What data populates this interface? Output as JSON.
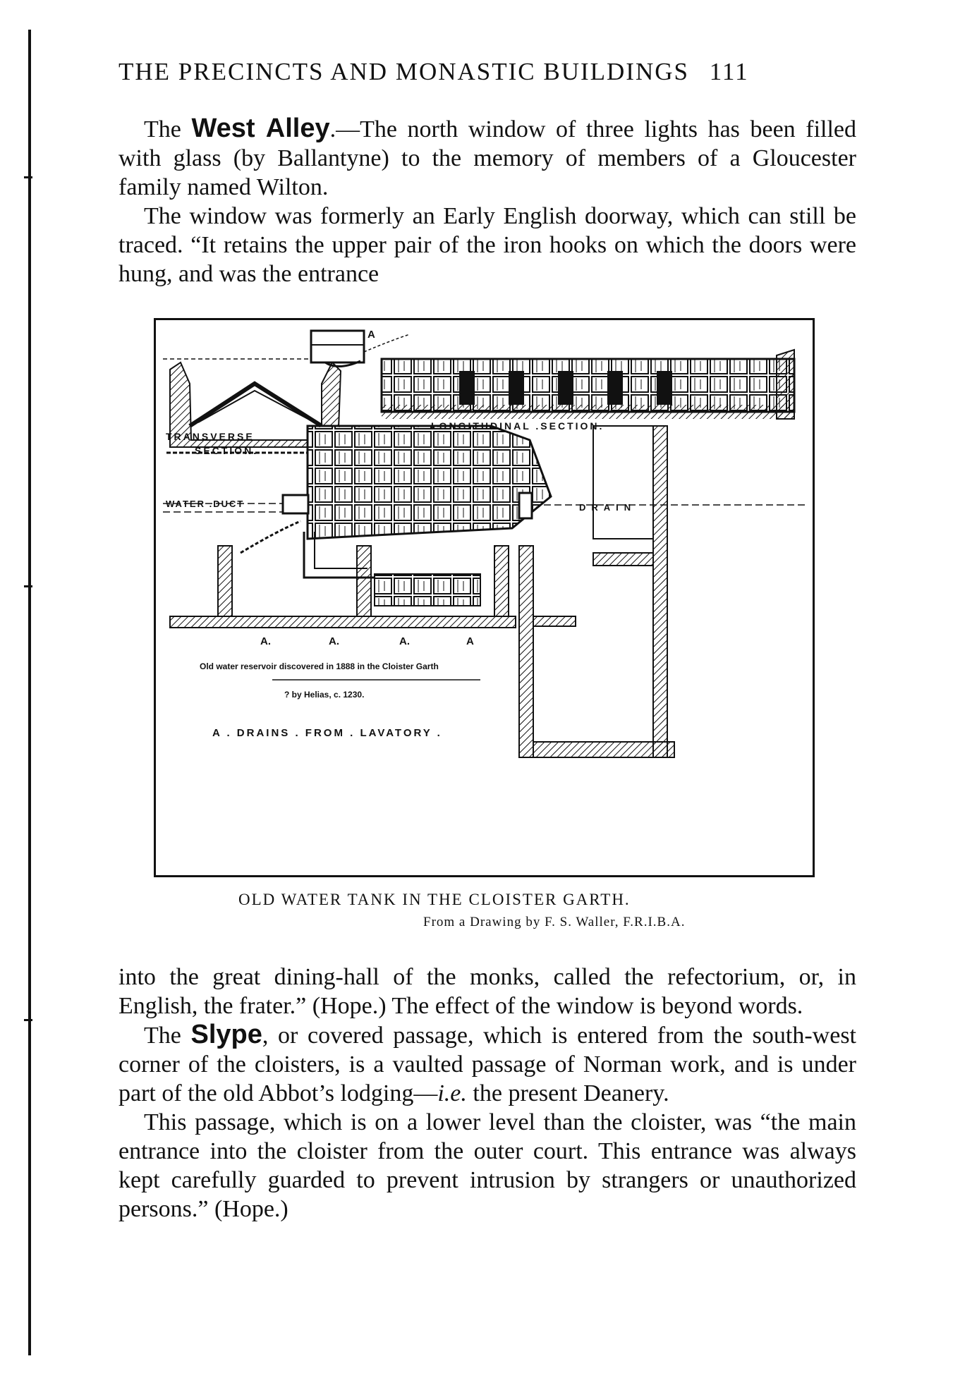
{
  "header": {
    "running_title": "THE PRECINCTS AND MONASTIC BUILDINGS",
    "page_number": "111"
  },
  "para1": {
    "lead": "The ",
    "heading": "West Alley",
    "text": ".—The north window of three lights has been filled with glass (by Ballantyne) to the memory of members of a Gloucester family named Wilton."
  },
  "para2": {
    "text": "The window was formerly an Early English doorway, which can still be traced. “It retains the upper pair of the iron hooks on which the doors were hung, and was the entrance"
  },
  "figure": {
    "labels": {
      "transverse_1": "TRANSVERSE",
      "transverse_2": "SECTION.",
      "longitudinal": "LONGITUDINAL .SECTION.",
      "water_duct": "WATER .DUCT",
      "drain": "DRAIN",
      "a_top": "A",
      "a1": "A.",
      "a2": "A.",
      "a3": "A.",
      "a4": "A",
      "inscription": "Old water reservoir discovered in 1888 in the Cloister Garth",
      "attribution": "? by Helias, c. 1230.",
      "legend": "A . DRAINS . FROM . LAVATORY ."
    },
    "caption": "OLD WATER TANK IN THE CLOISTER GARTH.",
    "credit": "From a Drawing by F. S. Waller, F.R.I.B.A."
  },
  "para3": {
    "text": "into the great dining-hall of the monks, called the refectorium, or, in English, the frater.” (Hope.) The effect of the window is beyond words."
  },
  "para4": {
    "lead": "The ",
    "heading": "Slype",
    "text_before_italic": ", or covered passage, which is entered from the south-west corner of the cloisters, is a vaulted passage of Norman work, and is under part of the old Abbot’s lodging—",
    "italic": "i.e.",
    "text_after_italic": " the present Deanery."
  },
  "para5": {
    "text": "This passage, which is on a lower level than the cloister, was “the main entrance into the cloister from the outer court. This entrance was always kept carefully guarded to prevent intrusion by strangers or unauthorized persons.” (Hope.)"
  }
}
